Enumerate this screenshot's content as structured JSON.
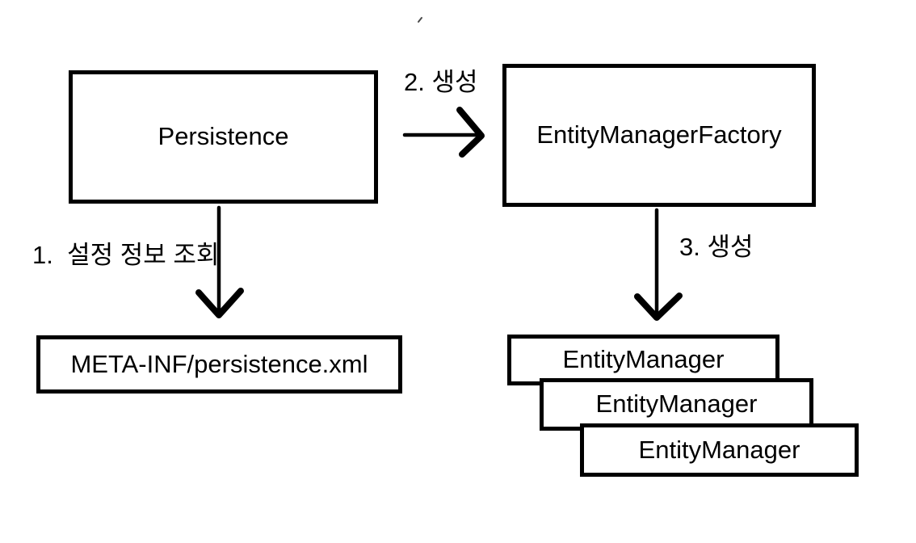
{
  "colors": {
    "background": "#ffffff",
    "line": "#000000",
    "text": "#000000"
  },
  "nodes": {
    "persistence": {
      "label": "Persistence"
    },
    "entity_manager_factory": {
      "label": "EntityManagerFactory"
    },
    "meta_inf": {
      "label": "META-INF/persistence.xml"
    },
    "entity_manager_1": {
      "label": "EntityManager"
    },
    "entity_manager_2": {
      "label": "EntityManager"
    },
    "entity_manager_3": {
      "label": "EntityManager"
    }
  },
  "edges": {
    "step1": {
      "label": "1.  설정 정보 조회"
    },
    "step2": {
      "label": "2. 생성"
    },
    "step3": {
      "label": "3. 생성"
    }
  }
}
